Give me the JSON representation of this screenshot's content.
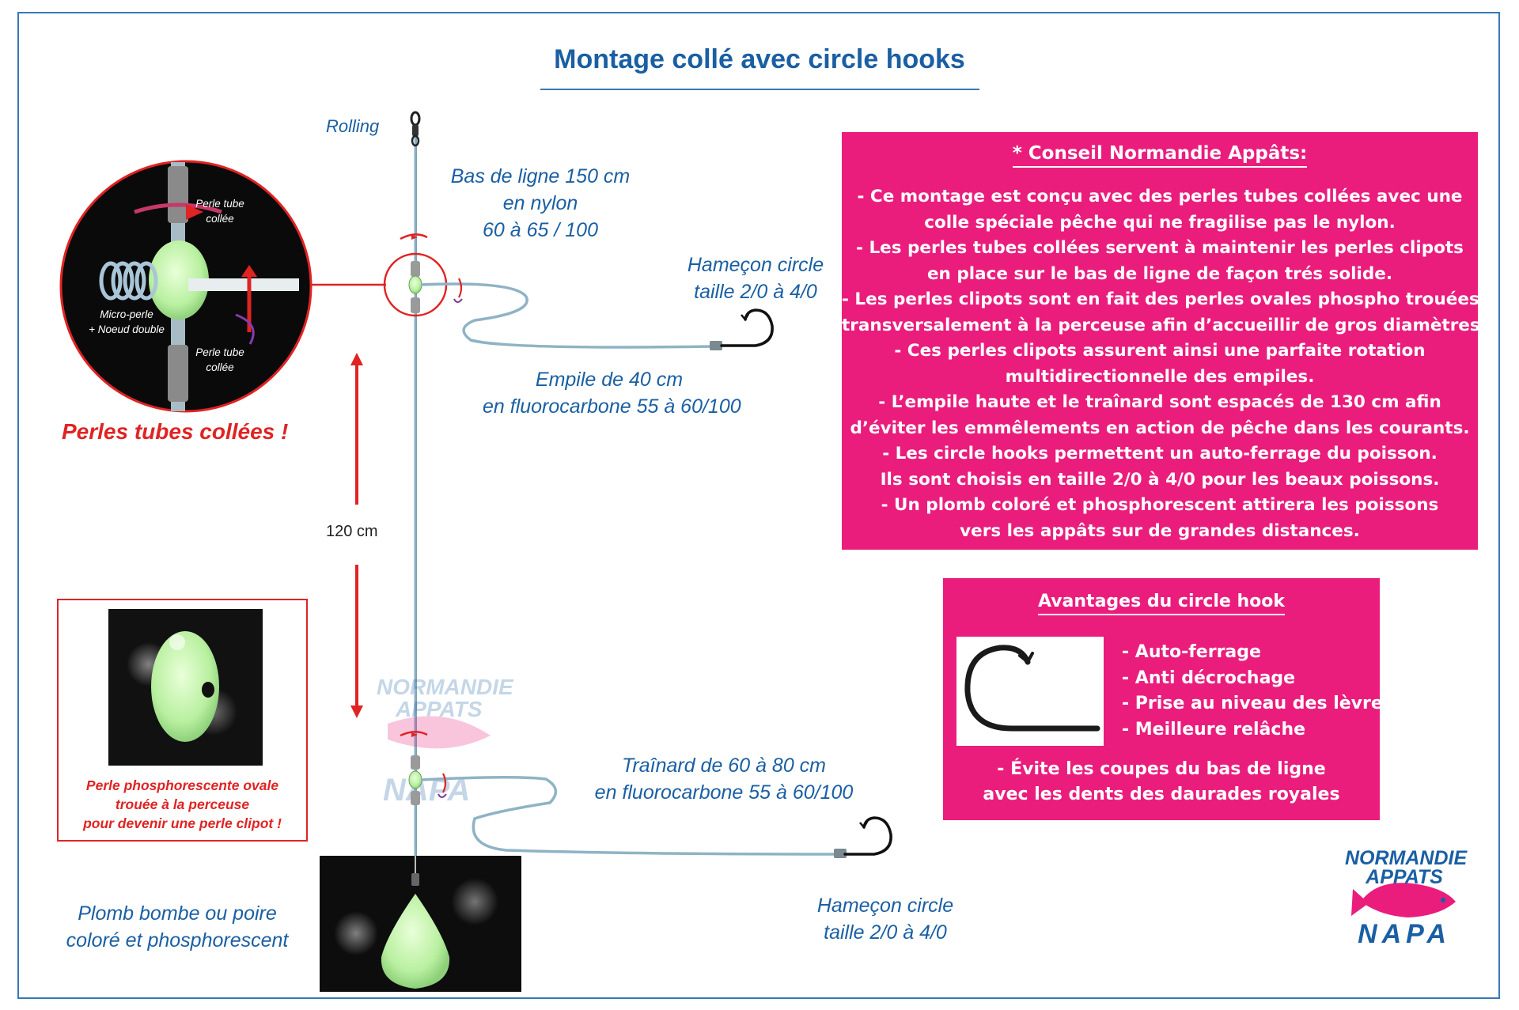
{
  "title": "Montage collé avec circle hooks",
  "labels": {
    "rolling": "Rolling",
    "bas_de_ligne": [
      "Bas de ligne 150 cm",
      "en nylon",
      "60 à 65 / 100"
    ],
    "hook_top": [
      "Hameçon circle",
      "taille 2/0 à 4/0"
    ],
    "empile": [
      "Empile de 40 cm",
      "en fluorocarbone 55 à 60/100"
    ],
    "trainard": [
      "Traînard de 60 à 80 cm",
      "en fluorocarbone 55 à 60/100"
    ],
    "hook_bottom": [
      "Hameçon circle",
      "taille 2/0 à 4/0"
    ],
    "plomb": [
      "Plomb bombe ou poire",
      "coloré et phosphorescent"
    ],
    "distance": "120 cm"
  },
  "zoom": {
    "perle_tube_top": [
      "Perle tube",
      "collée"
    ],
    "micro_perle": [
      "Micro-perle",
      "+ Noeud double"
    ],
    "perle_tube_bottom": [
      "Perle tube",
      "collée"
    ],
    "headline": "Perles tubes collées !"
  },
  "bead_box": {
    "caption": [
      "Perle phosphorescente ovale",
      "trouée à la perceuse",
      "pour devenir une perle clipot !"
    ]
  },
  "tip": {
    "title": "* Conseil Normandie Appâts:",
    "lines": [
      "- Ce montage est conçu avec des perles tubes collées avec une",
      "colle spéciale pêche qui ne fragilise pas le nylon.",
      "- Les perles tubes collées servent à maintenir les perles clipots",
      "en place sur le bas de ligne de façon trés solide.",
      "- Les perles clipots sont en fait des perles ovales phospho trouées",
      "transversalement à la perceuse afin d’accueillir de gros diamètres.",
      "- Ces perles clipots assurent ainsi une parfaite rotation",
      "multidirectionnelle des empiles.",
      "- L’empile haute et le traînard sont espacés de 130 cm afin",
      "d’éviter les emmêlements en action de pêche dans les courants.",
      "- Les circle hooks permettent un auto-ferrage du poisson.",
      "Ils sont choisis en taille 2/0 à 4/0 pour les beaux poissons.",
      "- Un plomb coloré et phosphorescent attirera les poissons",
      "vers les appâts sur de grandes distances."
    ]
  },
  "advantages": {
    "title": "Avantages du circle hook",
    "items": [
      "- Auto-ferrage",
      "- Anti décrochage",
      "- Prise au niveau des lèvres",
      "- Meilleure relâche"
    ],
    "footer": [
      "- Évite les coupes du bas de ligne",
      "avec les dents des daurades royales"
    ]
  },
  "logo": {
    "line1": "NORMANDIE",
    "line2": "APPATS",
    "line3": "NAPA"
  },
  "colors": {
    "blue": "#1a5fa3",
    "pink": "#ea1d7d",
    "red": "#e02323",
    "glow": "#c8f5b4"
  }
}
